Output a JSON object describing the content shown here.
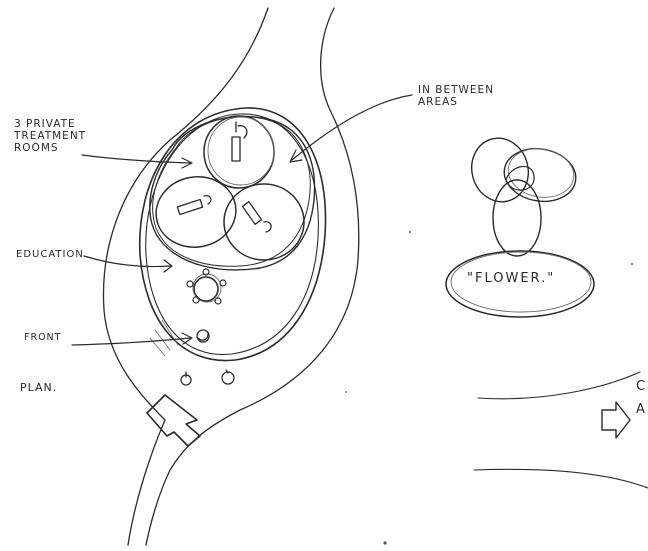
{
  "labels": {
    "private_rooms": "3 PRIVATE\nTREATMENT\nROOMS",
    "in_between": "IN BETWEEN\nAREAS",
    "education": "EDUCATION",
    "front": "FRONT",
    "plan": "PLAN.",
    "flower": "\"FLOWER.\"",
    "edge_c": "C",
    "edge_a": "A"
  },
  "colors": {
    "ink": "#2b2b2b",
    "paper": "#ffffff"
  },
  "icons": [
    "entrance-arrow-icon",
    "right-arrow-icon"
  ]
}
